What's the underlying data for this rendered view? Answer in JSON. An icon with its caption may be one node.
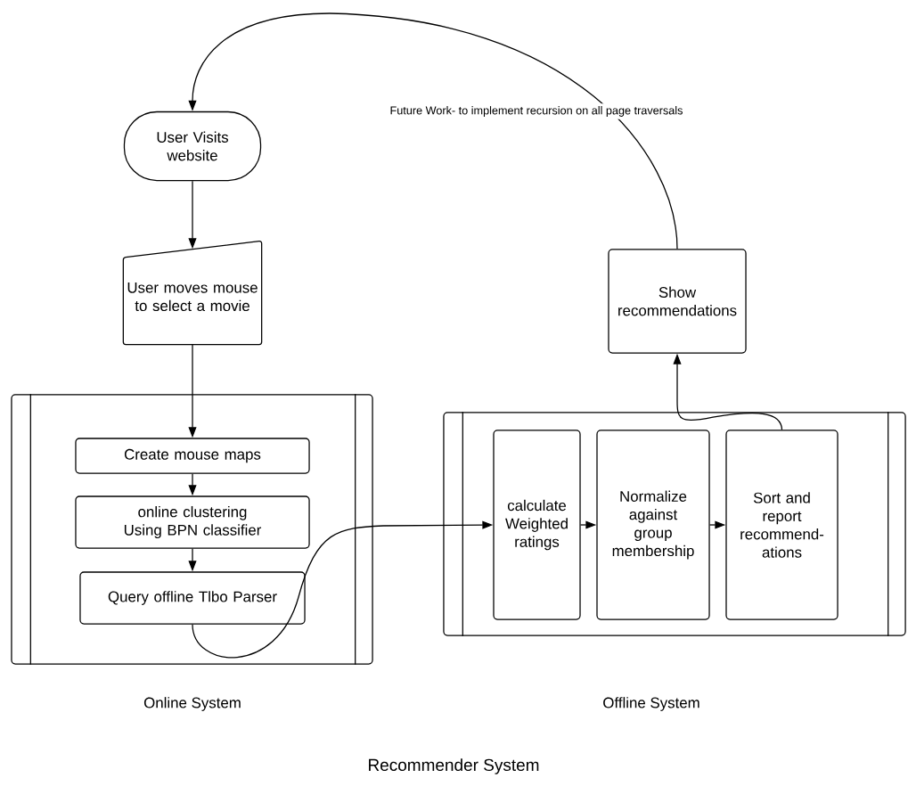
{
  "diagram": {
    "title": "Recommender System",
    "nodes": [
      {
        "text": [
          "User Visits website"
        ]
      },
      {
        "text": [
          "User moves mouse to select a movie"
        ]
      },
      {
        "text": [],
        "shape": "box"
      },
      {
        "text": [
          "Create mouse maps"
        ],
        "in": 2
      },
      {
        "text": [
          "online clustering Using BPN classifier"
        ],
        "in": 2
      },
      {
        "text": [
          "Query offline Tlbo Parser"
        ],
        "in": 2
      },
      {
        "text": [],
        "shape": "box"
      },
      {
        "text": [
          "calculate Weighted ratings"
        ],
        "in": 6
      },
      {
        "text": [
          "Normalize against group membership"
        ],
        "in": 6
      },
      {
        "text": [
          "Sort and report recommend-ations"
        ],
        "in": 6
      },
      {
        "text": [
          "Show recommendations"
        ]
      }
    ],
    "edges": [
      {
        "from": 10,
        "to": 0,
        "arrow": "to",
        "label": "Future Work- to implement recursion on all page traversals"
      },
      {
        "from": 0,
        "to": 1,
        "arrow": "to"
      },
      {
        "from": 1,
        "to": 3,
        "arrow": "to"
      },
      {
        "from": 3,
        "to": 4,
        "arrow": "to"
      },
      {
        "from": 4,
        "to": 5,
        "arrow": "to"
      },
      {
        "from": 5,
        "to": 7,
        "arrow": "to"
      },
      {
        "from": 7,
        "to": 8,
        "arrow": "to"
      },
      {
        "from": 8,
        "to": 9,
        "arrow": "to"
      },
      {
        "from": 9,
        "to": 10,
        "arrow": "to"
      }
    ],
    "labels": [
      "Online System",
      "Offline System"
    ]
  }
}
